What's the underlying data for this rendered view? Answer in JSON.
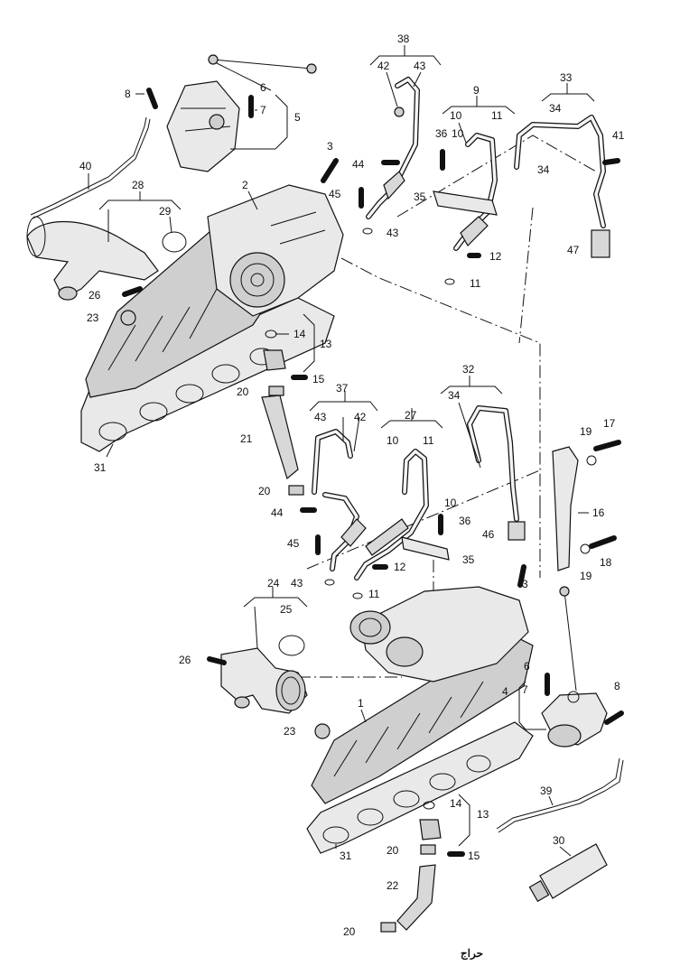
{
  "callouts": {
    "c1": "1",
    "c2": "2",
    "c3a": "3",
    "c3b": "3",
    "c4": "4",
    "c5": "5",
    "c6a": "6",
    "c6b": "6",
    "c7a": "7",
    "c7b": "7",
    "c8a": "8",
    "c8b": "8",
    "c9": "9",
    "c10a": "10",
    "c10b": "10",
    "c10c": "10",
    "c10d": "10",
    "c11a": "11",
    "c11b": "11",
    "c11c": "11",
    "c11d": "11",
    "c12a": "12",
    "c12b": "12",
    "c13a": "13",
    "c13b": "13",
    "c14a": "14",
    "c14b": "14",
    "c15a": "15",
    "c15b": "15",
    "c16": "16",
    "c17": "17",
    "c18": "18",
    "c19a": "19",
    "c19b": "19",
    "c20a": "20",
    "c20b": "20",
    "c20c": "20",
    "c20d": "20",
    "c21": "21",
    "c22": "22",
    "c23a": "23",
    "c23b": "23",
    "c24": "24",
    "c25": "25",
    "c26a": "26",
    "c26b": "26",
    "c27": "27",
    "c28": "28",
    "c29": "29",
    "c30": "30",
    "c31a": "31",
    "c31b": "31",
    "c32": "32",
    "c33": "33",
    "c34a": "34",
    "c34b": "34",
    "c34c": "34",
    "c35a": "35",
    "c35b": "35",
    "c36a": "36",
    "c36b": "36",
    "c37": "37",
    "c38": "38",
    "c39": "39",
    "c40": "40",
    "c41": "41",
    "c42a": "42",
    "c42b": "42",
    "c43a": "43",
    "c43b": "43",
    "c43c": "43",
    "c43d": "43",
    "c44a": "44",
    "c44b": "44",
    "c45a": "45",
    "c45b": "45",
    "c46": "46",
    "c47": "47"
  },
  "watermark": {
    "text": "حراج"
  }
}
